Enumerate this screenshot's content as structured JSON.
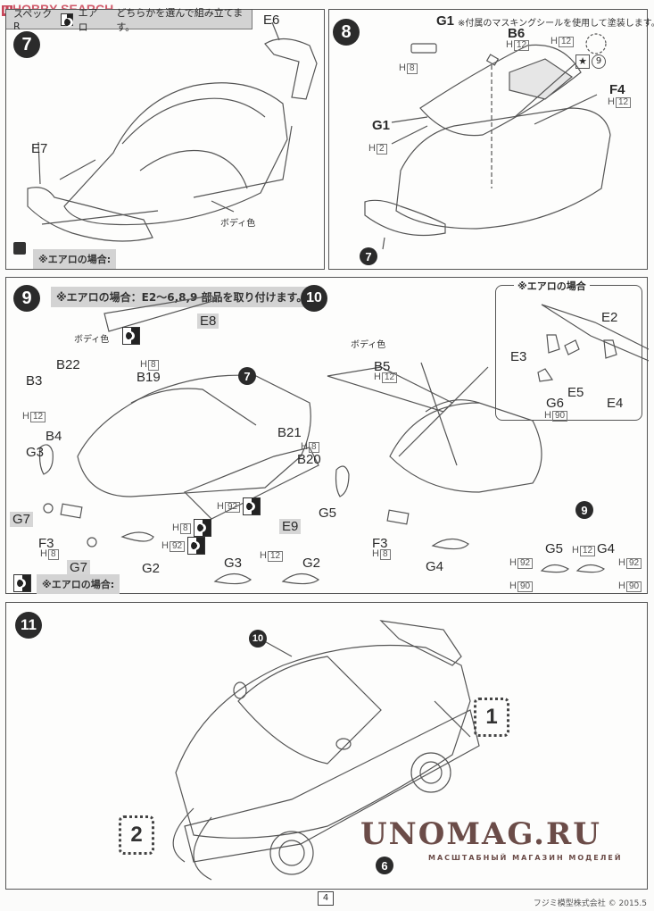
{
  "watermark_top": "HOBBY SEARCH",
  "watermark_bottom": {
    "title": "UNOMAG.RU",
    "subtitle": "МАСШТАБНЫЙ МАГАЗИН МОДЕЛЕЙ"
  },
  "header_note": {
    "spec_r": "スペックR",
    "aero": "エアロ",
    "text": "どちらかを選んで組み立てます。"
  },
  "steps": {
    "s7": {
      "number": "7",
      "labels": {
        "e6": "E6",
        "e7": "E7",
        "body_color": "ボディ色"
      },
      "aero_note": "※エアロの場合:"
    },
    "s8": {
      "number": "8",
      "g1_note_part": "G1",
      "g1_note": "※付属のマスキングシールを使用して塗装します。",
      "labels": {
        "b6": "B6",
        "g1": "G1",
        "f4": "F4",
        "ref": "7",
        "decal": "9"
      },
      "paints": {
        "b6_h": "12",
        "h12a": "12",
        "h8": "8",
        "f4_h": "12",
        "g1_h": "2"
      }
    },
    "s9": {
      "number": "9",
      "note": "※エアロの場合：E2〜6,8,9 部品を取り付けます。",
      "labels": {
        "e8": "E8",
        "body_color": "ボディ色",
        "b22": "B22",
        "b19": "B19",
        "b3": "B3",
        "b4": "B4",
        "g3": "G3",
        "g7a": "G7",
        "f3": "F3",
        "g7b": "G7",
        "g2": "G2",
        "b21": "B21",
        "b20": "B20",
        "e9": "E9",
        "ref": "7",
        "g3b": "G3",
        "g2b": "G2"
      },
      "paints": {
        "b19_h": "8",
        "b3_h": "12",
        "b20_h": "8",
        "h92a": "92",
        "h8": "8",
        "h92b": "92",
        "f3_h": "8",
        "lens_h": "12"
      },
      "aero_note": "※エアロの場合:"
    },
    "s10": {
      "number": "10",
      "labels": {
        "body_color": "ボディ色",
        "b5": "B5",
        "g5": "G5",
        "f3": "F3",
        "g4": "G4",
        "ref": "9",
        "g5b": "G5",
        "g4b": "G4"
      },
      "paints": {
        "b5_h": "12",
        "f3_h": "8",
        "g5_h92": "92",
        "g5_h90": "90",
        "lens_h": "12",
        "g4_h92": "92",
        "g4_h90": "90"
      },
      "aero_box": {
        "title": "※エアロの場合",
        "labels": {
          "e2": "E2",
          "e3": "E3",
          "e5": "E5",
          "e4": "E4",
          "g6": "G6"
        },
        "g6_h": "90"
      }
    },
    "s11": {
      "number": "11",
      "ref_top": "10",
      "ref_chassis": "6",
      "callout1": "1",
      "callout2": "2"
    }
  },
  "footer": {
    "page": "4",
    "copyright": "フジミ模型株式会社 © 2015.5"
  }
}
